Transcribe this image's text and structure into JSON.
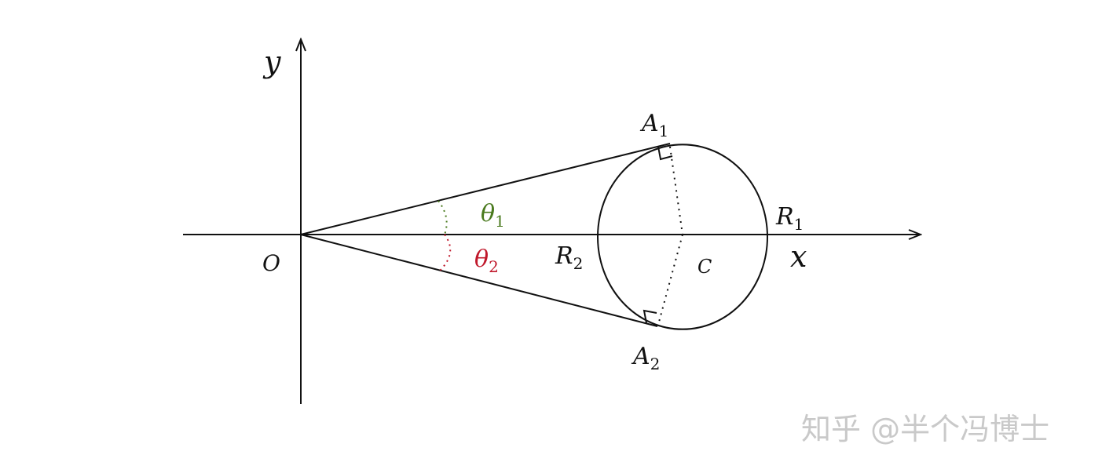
{
  "labels": {
    "y_axis": "y",
    "x_axis": "x",
    "origin": "O",
    "center": "C",
    "a1_main": "A",
    "a1_sub": "1",
    "a2_main": "A",
    "a2_sub": "2",
    "r1_main": "R",
    "r1_sub": "1",
    "r2_main": "R",
    "r2_sub": "2",
    "theta1_main": "θ",
    "theta1_sub": "1",
    "theta2_main": "θ",
    "theta2_sub": "2"
  },
  "colors": {
    "line": "#111111",
    "theta1": "#4a7a1e",
    "theta2": "#c0182b",
    "watermark": "#c9c9c9"
  },
  "watermark": "知乎 @半个冯博士"
}
